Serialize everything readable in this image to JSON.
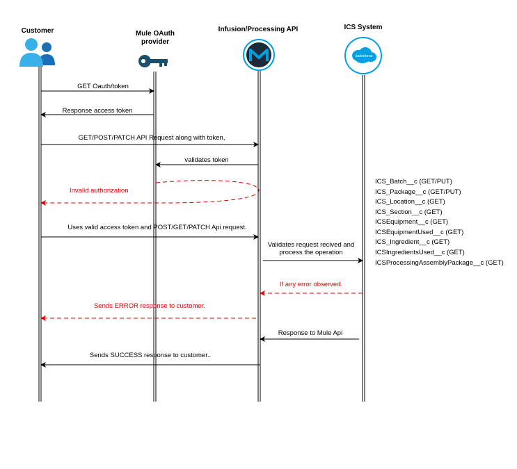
{
  "participants": [
    {
      "key": "customer",
      "label_lines": [
        "Customer"
      ],
      "icon": "users-icon"
    },
    {
      "key": "oauth",
      "label_lines": [
        "Mule OAuth",
        "provider"
      ],
      "icon": "key-icon"
    },
    {
      "key": "api",
      "label_lines": [
        "Infusion/Processing API"
      ],
      "icon": "mulesoft-logo-icon"
    },
    {
      "key": "ics",
      "label_lines": [
        "ICS System"
      ],
      "icon": "salesforce-logo-icon"
    }
  ],
  "logos": {
    "salesforce_text": "salesforce"
  },
  "messages": [
    {
      "label_lines": [
        "GET Oauth/token"
      ],
      "style": "solid",
      "color": "#000000"
    },
    {
      "label_lines": [
        "Response access token"
      ],
      "style": "solid",
      "color": "#000000"
    },
    {
      "label_lines": [
        "GET/POST/PATCH API Request along with token,"
      ],
      "style": "solid",
      "color": "#000000"
    },
    {
      "label_lines": [
        "validates token"
      ],
      "style": "solid",
      "color": "#000000"
    },
    {
      "label_lines": [
        "Invalid authorization"
      ],
      "style": "dashed",
      "color": "#e00000"
    },
    {
      "label_lines": [
        "Uses valid access token and POST/GET/PATCH Api request."
      ],
      "style": "solid",
      "color": "#000000"
    },
    {
      "label_lines": [
        "Validates request recived and",
        "process the operation"
      ],
      "style": "solid",
      "color": "#000000"
    },
    {
      "label_lines": [
        "If any error observed."
      ],
      "style": "dashed",
      "color": "#e00000"
    },
    {
      "label_lines": [
        "Sends ERROR response to customer."
      ],
      "style": "dashed",
      "color": "#e00000"
    },
    {
      "label_lines": [
        "Response to Mule Api"
      ],
      "style": "solid",
      "color": "#000000"
    },
    {
      "label_lines": [
        "Sends SUCCESS response to customer.."
      ],
      "style": "solid",
      "color": "#000000"
    }
  ],
  "ics_objects": [
    "ICS_Batch__c (GET/PUT)",
    "ICS_Package__c (GET/PUT)",
    "ICS_Location__c (GET)",
    "ICS_Section__c (GET)",
    "ICSEquipment__c (GET)",
    "ICSEquipmentUsed__c (GET)",
    "ICS_Ingredient__c (GET)",
    "ICSIngredientsUsed__c (GET)",
    "ICSProcessingAssemblyPackage__c (GET)"
  ],
  "colors": {
    "error": "#e00000",
    "line": "#000000",
    "mulesoft": "#00a0df",
    "salesforce": "#00a1e0",
    "key": "#1b4f6b",
    "user_icon": "#2aa0e0"
  }
}
